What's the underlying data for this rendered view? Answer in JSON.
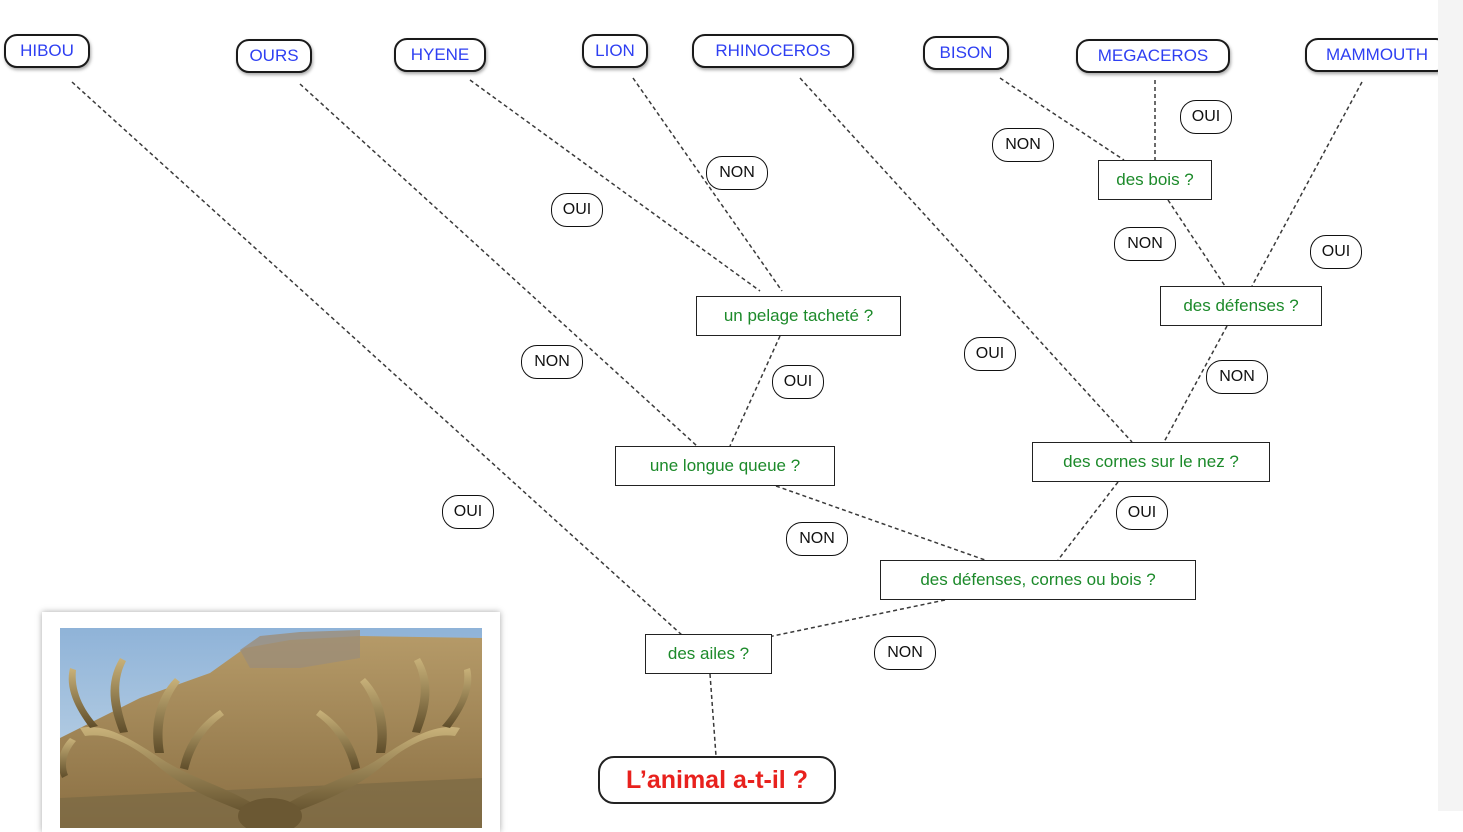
{
  "animals": {
    "hibou": "HIBOU",
    "ours": "OURS",
    "hyene": "HYENE",
    "lion": "LION",
    "rhinoceros": "RHINOCEROS",
    "bison": "BISON",
    "megaceros": "MEGACEROS",
    "mammouth": "MAMMOUTH"
  },
  "questions": {
    "pelage": "un pelage tacheté ?",
    "queue": "une longue queue ?",
    "bois": "des bois ?",
    "defenses": "des défenses ?",
    "cornes_nez": "des cornes sur le nez ?",
    "defenses_cornes_bois": "des défenses, cornes ou bois ?",
    "ailes": "des ailes ?"
  },
  "answers": {
    "lion_non": "NON",
    "hyene_oui": "OUI",
    "ours_non": "NON",
    "queue_oui": "OUI",
    "hibou_oui": "OUI",
    "bison_non": "NON",
    "megaceros_oui": "OUI",
    "bois_non": "NON",
    "mammouth_oui": "OUI",
    "rhino_oui": "OUI",
    "defenses_non": "NON",
    "cornes_oui": "OUI",
    "queue_non": "NON",
    "ailes_non": "NON"
  },
  "root": {
    "label": "L’animal a-t-il ?"
  },
  "colors": {
    "animal_text": "#2e3ff2",
    "question_text": "#1c8a2a",
    "root_text": "#e8211d",
    "edge": "#3a3a3a"
  },
  "photo": {
    "subject": "megaloceros-antlers-photo"
  }
}
